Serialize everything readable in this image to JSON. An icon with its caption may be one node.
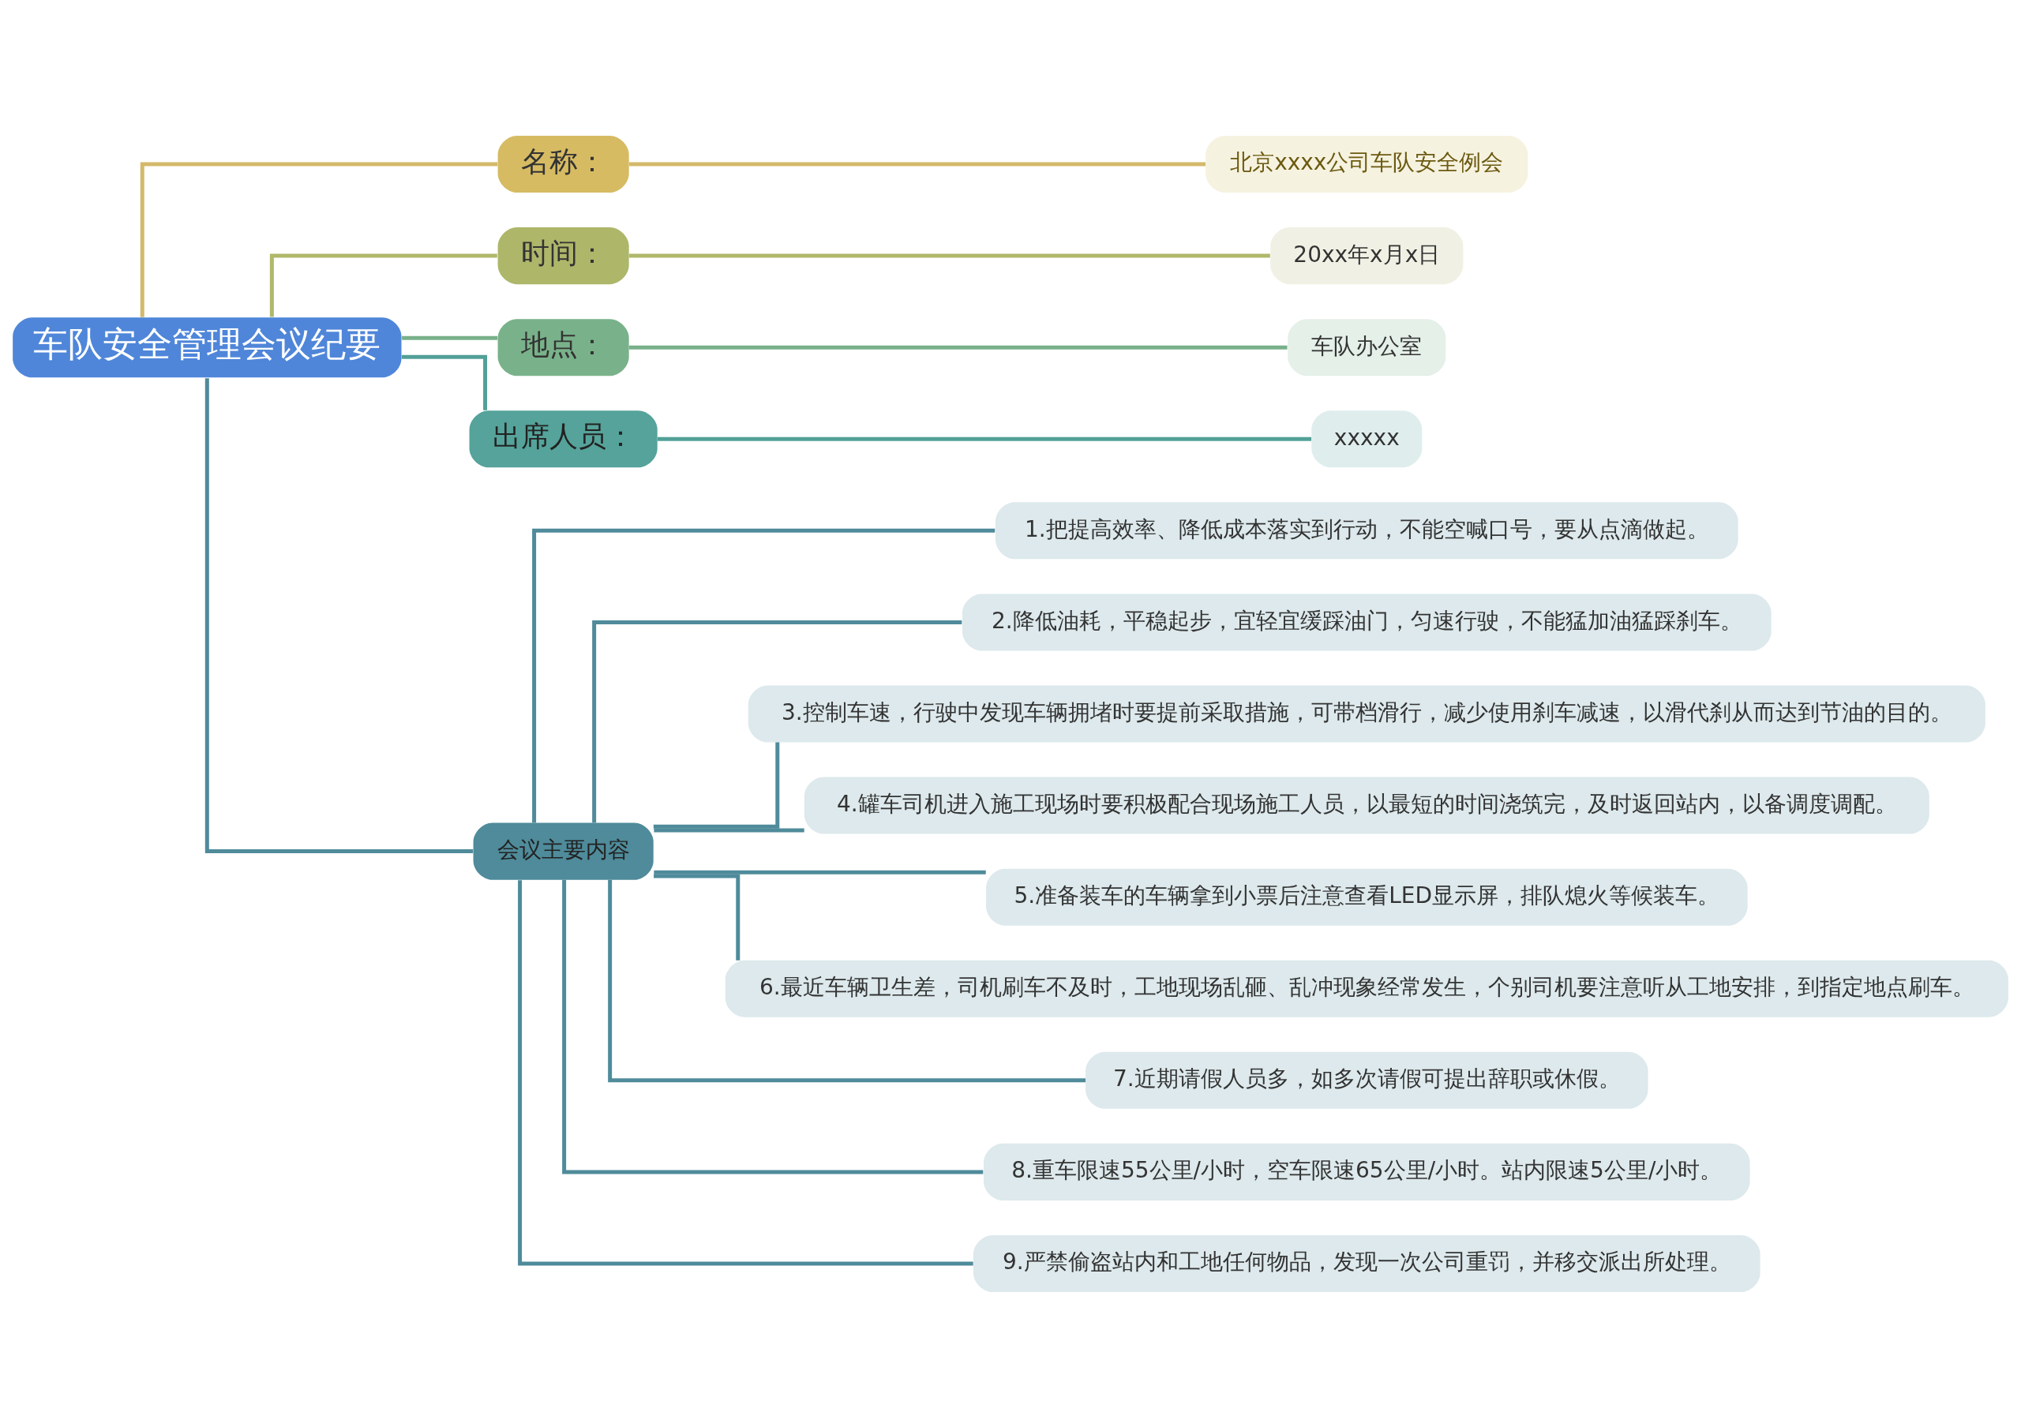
{
  "diagram": {
    "nodes": [
      {
        "text": [
          "车队安全管理会议纪要"
        ]
      },
      {
        "text": [
          "名称："
        ]
      },
      {
        "text": [
          "北京xxxx公司车队安全例会"
        ]
      },
      {
        "text": [
          "时间："
        ]
      },
      {
        "text": [
          "20xx年x月x日"
        ]
      },
      {
        "text": [
          "地点："
        ]
      },
      {
        "text": [
          "车队办公室"
        ]
      },
      {
        "text": [
          "出席人员："
        ]
      },
      {
        "text": [
          "xxxxx"
        ]
      },
      {
        "text": [
          "会议主要内容"
        ]
      },
      {
        "text": [
          "1.把提高效率、降低成本落实到行动，不能空喊口号，要从点滴做起。"
        ]
      },
      {
        "text": [
          "2.降低油耗，平稳起步，宜轻宜缓踩油门，匀速行驶，不能猛加油猛踩刹车。"
        ]
      },
      {
        "text": [
          "3.控制车速，行驶中发现车辆拥堵时要提前采取措施，可带档滑行，减少使用刹车减速，以滑代刹从而达到节油的目的。"
        ]
      },
      {
        "text": [
          "4.罐车司机进入施工现场时要积极配合现场施工人员，以最短的时间浇筑完，及时返回站内，以备调度调配。"
        ]
      },
      {
        "text": [
          "5.准备装车的车辆拿到小票后注意查看LED显示屏，排队熄火等候装车。"
        ]
      },
      {
        "text": [
          "6.最近车辆卫生差，司机刷车不及时，工地现场乱砸、乱冲现象经常发生，个别司机要注意听从工地安排，到指定地点刷车。"
        ]
      },
      {
        "text": [
          "7.近期请假人员多，如多次请假可提出辞职或休假。"
        ]
      },
      {
        "text": [
          "8.重车限速55公里/小时，空车限速65公里/小时。站内限速5公里/小时。"
        ]
      },
      {
        "text": [
          "9.严禁偷盗站内和工地任何物品，发现一次公司重罚，并移交派出所处理。"
        ]
      }
    ],
    "edges": [
      {
        "from": 0,
        "to": 1,
        "arrow": "none",
        "color": "#d4b96a"
      },
      {
        "from": 1,
        "to": 2,
        "arrow": "none",
        "color": "#d4b96a"
      },
      {
        "from": 0,
        "to": 3,
        "arrow": "none",
        "color": "#b0b86a"
      },
      {
        "from": 3,
        "to": 4,
        "arrow": "none",
        "color": "#b0b86a"
      },
      {
        "from": 0,
        "to": 5,
        "arrow": "none",
        "color": "#78b08a"
      },
      {
        "from": 5,
        "to": 6,
        "arrow": "none",
        "color": "#78b08a"
      },
      {
        "from": 0,
        "to": 7,
        "arrow": "none",
        "color": "#52a098"
      },
      {
        "from": 7,
        "to": 8,
        "arrow": "none",
        "color": "#52a098"
      },
      {
        "from": 0,
        "to": 9,
        "arrow": "none"
      },
      {
        "from": 9,
        "to": 10,
        "arrow": "none"
      },
      {
        "from": 9,
        "to": 11,
        "arrow": "none"
      },
      {
        "from": 9,
        "to": 12,
        "arrow": "none"
      },
      {
        "from": 9,
        "to": 13,
        "arrow": "none"
      },
      {
        "from": 9,
        "to": 14,
        "arrow": "none"
      },
      {
        "from": 9,
        "to": 15,
        "arrow": "none"
      },
      {
        "from": 9,
        "to": 16,
        "arrow": "none"
      },
      {
        "from": 9,
        "to": 17,
        "arrow": "none"
      },
      {
        "from": 9,
        "to": 18,
        "arrow": "none"
      }
    ]
  }
}
